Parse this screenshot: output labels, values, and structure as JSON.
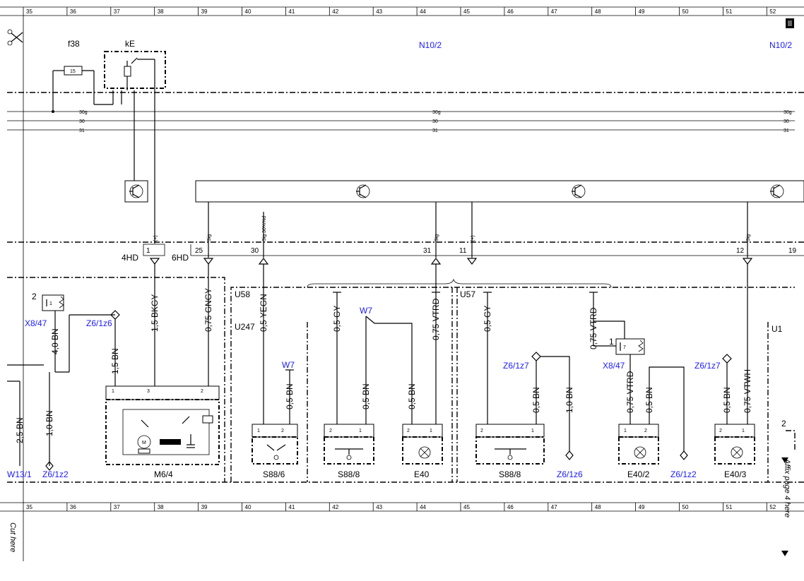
{
  "grid": {
    "numbers": [
      "35",
      "36",
      "37",
      "38",
      "39",
      "40",
      "41",
      "42",
      "43",
      "44",
      "45",
      "46",
      "47",
      "48",
      "49",
      "50",
      "51",
      "52"
    ]
  },
  "icons": {
    "scissors": "scissors-icon",
    "corner": "page-corner-icon"
  },
  "colors": {
    "ref_blue": "#1a1aff"
  },
  "header": {
    "fuse_label": "f38",
    "fuse_value": "15",
    "relay_label": "kE",
    "module_left": "N10/2",
    "module_right": "N10/2"
  },
  "buses": {
    "b30g": "30g",
    "b30": "30",
    "b31": "31",
    "b30g_right": "30g",
    "b30_right": "30",
    "b31_right": "31"
  },
  "connectors": {
    "c4hd": "4HD",
    "c6hd": "6HD",
    "pin1": "1",
    "pin25": "25",
    "pin30": "30",
    "pin31": "31",
    "pin11": "11",
    "pin12": "12",
    "pin19": "19"
  },
  "signals": {
    "plus1": "(+)",
    "sig25": "Sig",
    "sig30": "Sig 30%%d",
    "sig31": "Sig",
    "plus11": "(+)",
    "sig12": "Sig"
  },
  "groups": {
    "u58": "U58",
    "u247": "U247",
    "u57": "U57",
    "u1": "U1"
  },
  "wires": {
    "w_15bkgy": "1,5 BKGY",
    "w_075gngy": "0,75 GNGY",
    "w_05yegn": "0,5 YEGN",
    "w_05gy_a": "0,5 GY",
    "w_075vtrd_a": "0,75 VTRD",
    "w_05gy_b": "0,5 GY",
    "w_075vtrd_b": "0,75 VTRD",
    "w_40bn": "4,0 BN",
    "w_15bn": "1,5 BN",
    "w_25bn": "2,5 BN",
    "w_10bn_a": "1,0 BN",
    "w_05bn_s886": "0,5 BN",
    "w_05bn_s888": "0,5 BN",
    "w_05bn_e40": "0,5 BN",
    "w_05bn_s888b": "0,5 BN",
    "w_10bn_b": "1,0 BN",
    "w_075vtrd_c": "0,75 VTRD",
    "w_05bn_e402": "0,5 BN",
    "w_05bn_e403": "0,5 BN",
    "w_075vtwh": "0,75 VTWH"
  },
  "refs": {
    "x847_a": "X8/47",
    "z61z6_a": "Z6/1z6",
    "w7_a": "W7",
    "w7_b": "W7",
    "z61z7_a": "Z6/1z7",
    "x847_b": "X8/47",
    "z61z7_b": "Z6/1z7",
    "w131": "W13/1",
    "z61z2_a": "Z6/1z2",
    "z61z6_b": "Z6/1z6",
    "z61z2_b": "Z6/1z2"
  },
  "components": {
    "m64": "M6/4",
    "s886": "S88/6",
    "s888_a": "S88/8",
    "e40": "E40",
    "s888_b": "S88/8",
    "e402": "E40/2",
    "e403": "E40/3"
  },
  "pins": {
    "x847a_2": "2",
    "x847a_1": "1",
    "m64_1": "1",
    "m64_3": "3",
    "m64_2": "2",
    "s886_1": "1",
    "s886_2": "2",
    "s888a_2": "2",
    "s888a_1": "1",
    "e40_2": "2",
    "e40_1": "1",
    "s888b_2": "2",
    "s888b_1": "1",
    "x847b_1": "1",
    "x847b_7": "7",
    "e402_1": "1",
    "e402_2": "2",
    "e403_2": "2",
    "e403_1": "1",
    "edge_2": "2",
    "motor_m": "M"
  },
  "margin": {
    "cut_here": "Cut here",
    "affix": "Affix page 4 here"
  }
}
